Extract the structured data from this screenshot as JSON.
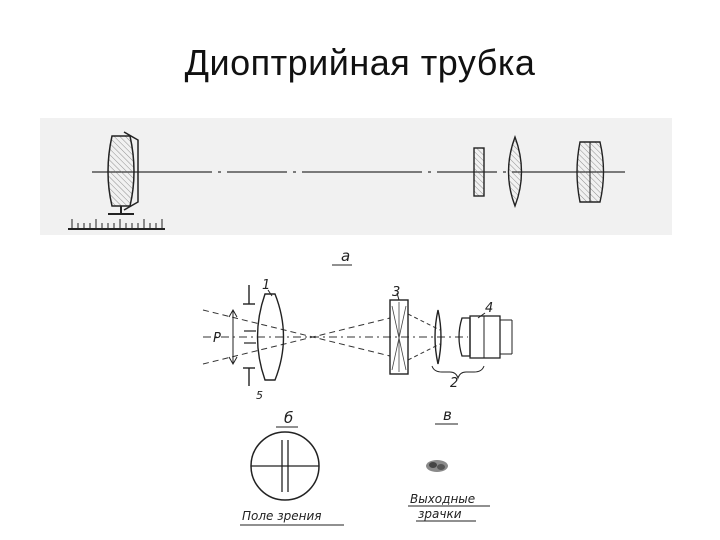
{
  "slide": {
    "title": "Диоптрийная трубка"
  },
  "figure": {
    "panel_labels": {
      "a": "а",
      "b": "б",
      "v": "в"
    },
    "part_numbers": {
      "n1": "1",
      "n2": "2",
      "n3": "3",
      "n4": "4",
      "n5": "5"
    },
    "symbol_p": "P",
    "captions": {
      "field_of_view": "Поле зрения",
      "exit_pupils_line1": "Выходные",
      "exit_pupils_line2": "зрачки"
    }
  }
}
